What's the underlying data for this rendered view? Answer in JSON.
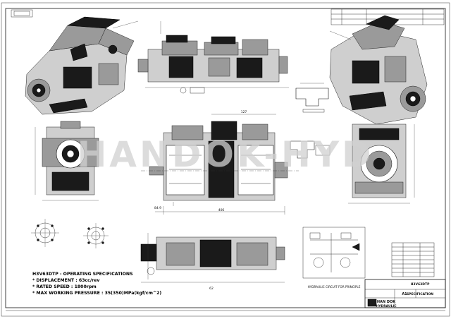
{
  "watermark": "HANDOK-HYD",
  "specifications": {
    "heading": "H3V63DTP - OPERATING SPECIFICATIONS",
    "lines": [
      "* DISPLACEMENT : 63cc/rev",
      "* RATED SPEED : 1800rpm",
      "* MAX WORKING PRESSURE : 35(350)MPa(kgf/cm^2)"
    ]
  },
  "dimensions": {
    "len_406": "406",
    "len_84_9": "84.9",
    "len_127": "127",
    "len_62": "62"
  },
  "title_block": {
    "company_line1": "HAN DOK",
    "company_line2": "HYDRAULIC",
    "drawing_no": "A1",
    "title": "SPECIFICATION",
    "model": "H3V63DTP"
  },
  "circuit": {
    "caption": "HYDRAULIC CIRCUIT FOR PRINCIPLE"
  }
}
